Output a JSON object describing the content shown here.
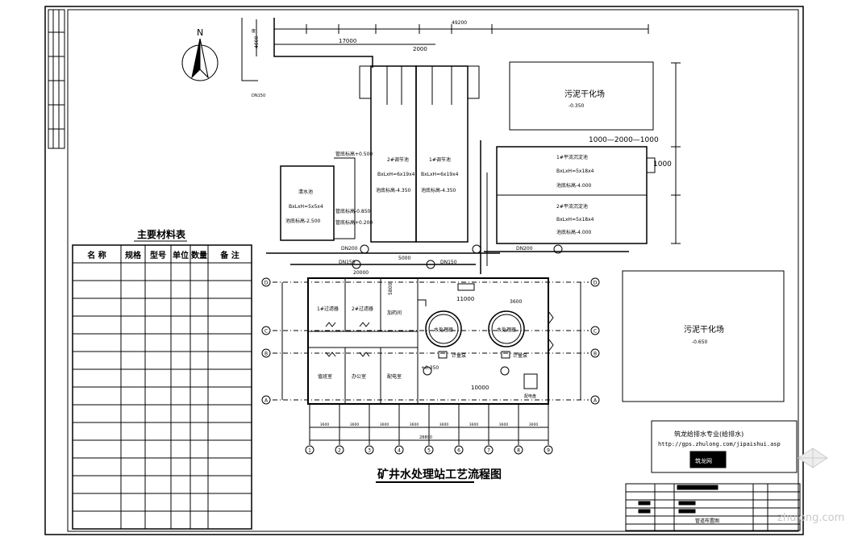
{
  "drawing": {
    "title": "矿井水处理站工艺流程图",
    "dim_top_total": "17000",
    "dim_left_4000": "4000",
    "dim_plan_total": "20000",
    "dim_10000": "10000",
    "dim_11000": "11000",
    "dim_1000_2000_1000": "1000—2000—1000",
    "dim_1000": "1000",
    "dim_5000": "5000",
    "dim_2000": "2000",
    "dim_3600": "3600",
    "dim_5800": "5800",
    "dn_left": "DN200",
    "dn_150a": "DN150",
    "dn_150b": "DN150",
    "dn_right": "DN200",
    "dim_side": "DN150"
  },
  "rooms": {
    "sludge_top": "污泥干化场",
    "sludge_top_el": "-0.350",
    "sludge_right": "污泥干化场",
    "sludge_right_el": "-0.650",
    "clear_pool": "清水池",
    "clear_spec": "BxLxH=5x5x4",
    "clear_el": "池底标高-2.500",
    "clear_el_top": "管底标高+0.500",
    "clear_el_a": "管底标高-0.850",
    "clear_el_b": "管底标高+0.200",
    "tank2_label": "2#调节池",
    "tank2_spec": "BxLxH=6x19x4",
    "tank2_el": "池底标高-4.350",
    "tank1_label": "1#调节池",
    "tank1_spec": "BxLxH=6x19x4",
    "tank1_el": "池底标高-4.350",
    "sed1_label": "1#平流沉淀池",
    "sed1_spec": "BxLxH=5x18x4",
    "sed1_el": "池底标高-4.000",
    "sed2_label": "2#平流沉淀池",
    "sed2_spec": "BxLxH=5x18x4",
    "sed2_el": "池底标高-4.000",
    "filter1": "1#过滤器",
    "filter2": "2#过滤器",
    "chem_room": "加药间",
    "duty_room": "值班室",
    "office": "办公室",
    "control_room": "配电室",
    "tank_a": "水处理器",
    "tank_b": "水处理器",
    "meter_a": "计量泵",
    "meter_b": "计量泵",
    "control_box": "配电盘",
    "el_plus": "+0.350"
  },
  "table": {
    "title": "主要材料表",
    "headers": [
      "名 称",
      "规格",
      "型号",
      "单位",
      "数量",
      "备 注"
    ]
  },
  "axes": {
    "row_labels": [
      "D",
      "C",
      "B",
      "A"
    ],
    "col_labels": [
      "1",
      "2",
      "3",
      "4",
      "5",
      "6",
      "7",
      "8",
      "9"
    ],
    "bottom_dims": [
      "3600",
      "3600",
      "3600",
      "3600",
      "3600",
      "3600",
      "3600",
      "3600"
    ],
    "bottom_total": "28800"
  },
  "watermark": {
    "line1": "筑龙给排水专业(给排水)",
    "line2": "http://gps.zhulong.com/jipaishui.asp",
    "corner": "zhulong.com"
  },
  "north": {
    "label": "N"
  },
  "titleblock": {
    "name": "管道布置图"
  }
}
